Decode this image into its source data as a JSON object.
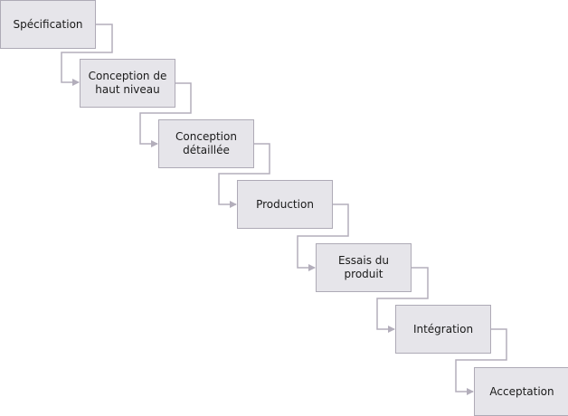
{
  "stages": [
    {
      "label": "Spécification"
    },
    {
      "label": "Conception de haut niveau"
    },
    {
      "label": "Conception détaillée"
    },
    {
      "label": "Production"
    },
    {
      "label": "Essais du produit"
    },
    {
      "label": "Intégration"
    },
    {
      "label": "Acceptation"
    }
  ],
  "colors": {
    "box_fill": "#e6e5ea",
    "box_border": "#aeaab6",
    "connector": "#b3aebb",
    "text": "#1a1a1a"
  }
}
